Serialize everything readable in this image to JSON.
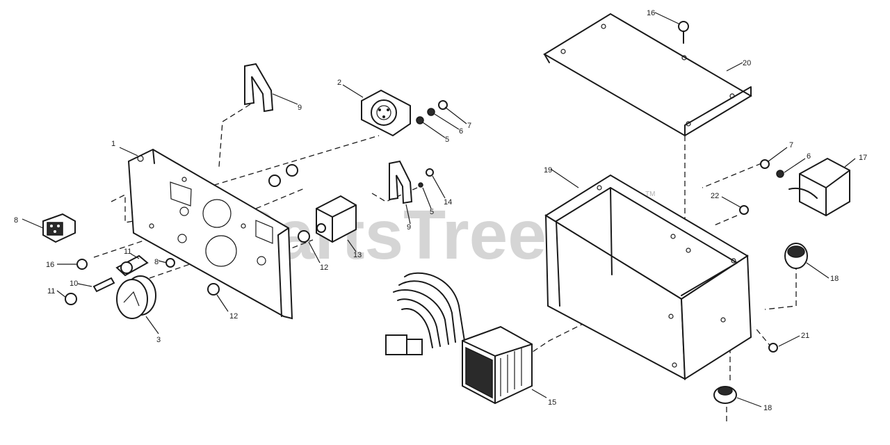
{
  "watermark": {
    "text": "PartsTree",
    "trademark": "TM"
  },
  "callouts": [
    {
      "id": "c-1",
      "label": "1"
    },
    {
      "id": "c-9",
      "label": "9"
    },
    {
      "id": "c-8a",
      "label": "8"
    },
    {
      "id": "c-16a",
      "label": "16"
    },
    {
      "id": "c-11a",
      "label": "11"
    },
    {
      "id": "c-10",
      "label": "10"
    },
    {
      "id": "c-11b",
      "label": "11"
    },
    {
      "id": "c-8b",
      "label": "8"
    },
    {
      "id": "c-3",
      "label": "3"
    },
    {
      "id": "c-12a",
      "label": "12"
    },
    {
      "id": "c-12b",
      "label": "12"
    },
    {
      "id": "c-2",
      "label": "2"
    },
    {
      "id": "c-7a",
      "label": "7"
    },
    {
      "id": "c-6a",
      "label": "6"
    },
    {
      "id": "c-5",
      "label": "5"
    },
    {
      "id": "c-13",
      "label": "13"
    },
    {
      "id": "c-9b",
      "label": "9"
    },
    {
      "id": "c-5b",
      "label": "5"
    },
    {
      "id": "c-14",
      "label": "14"
    },
    {
      "id": "c-15",
      "label": "15"
    },
    {
      "id": "c-16b",
      "label": "16"
    },
    {
      "id": "c-20",
      "label": "20"
    },
    {
      "id": "c-19",
      "label": "19"
    },
    {
      "id": "c-7b",
      "label": "7"
    },
    {
      "id": "c-6b",
      "label": "6"
    },
    {
      "id": "c-17",
      "label": "17"
    },
    {
      "id": "c-22",
      "label": "22"
    },
    {
      "id": "c-18a",
      "label": "18"
    },
    {
      "id": "c-21",
      "label": "21"
    },
    {
      "id": "c-18b",
      "label": "18"
    }
  ]
}
